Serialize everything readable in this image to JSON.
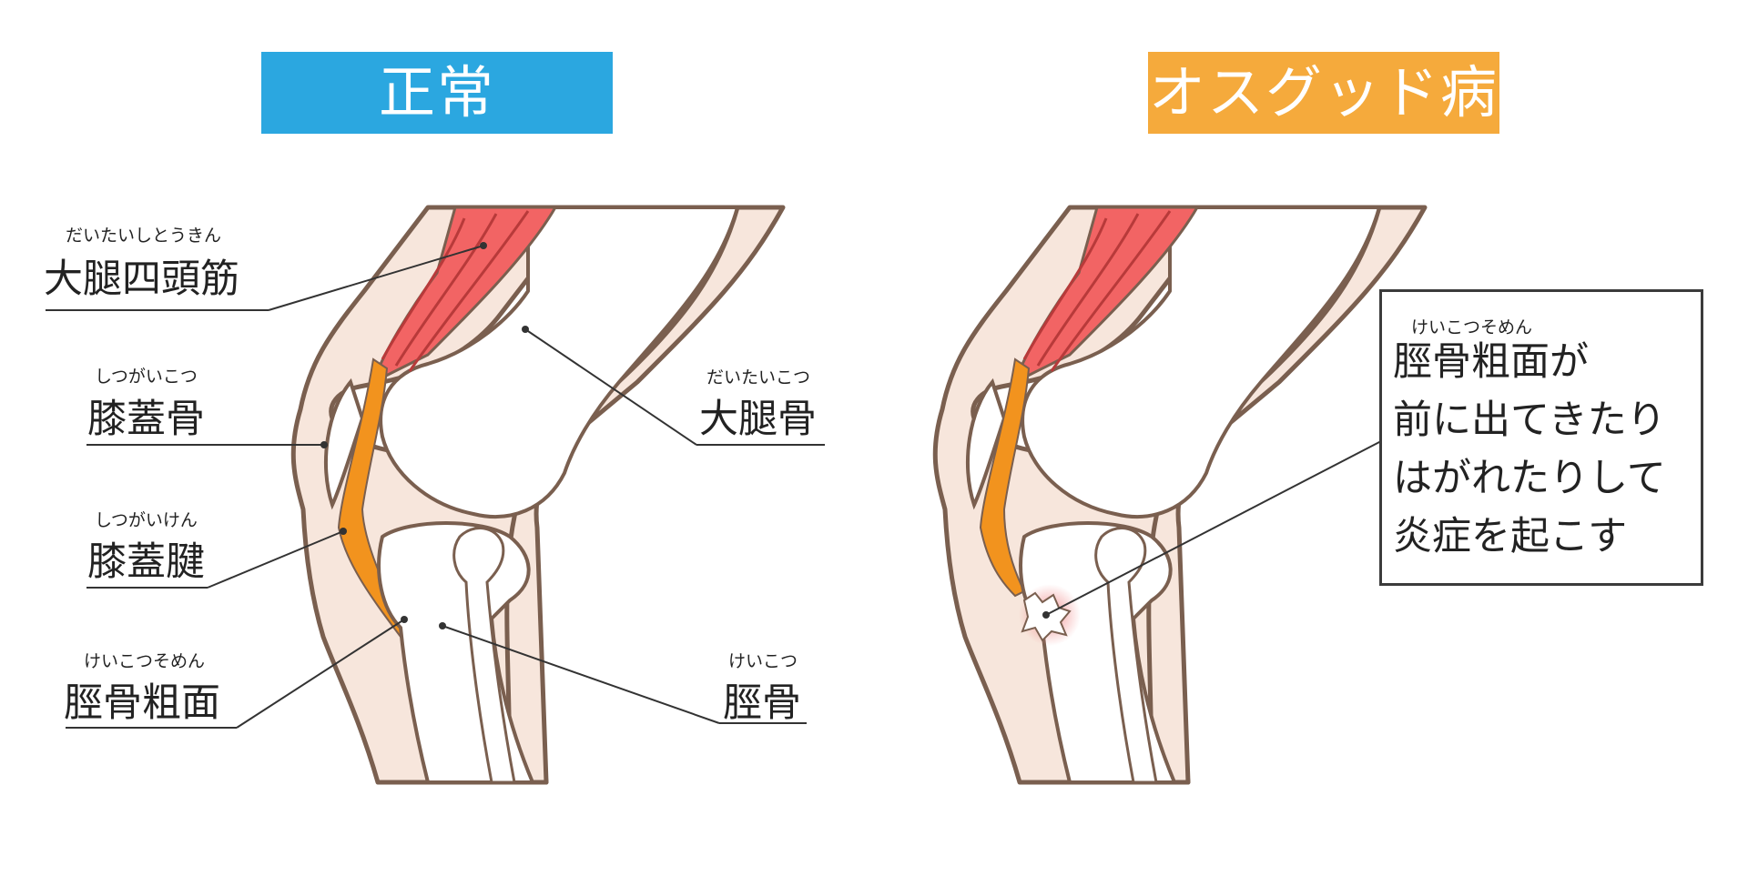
{
  "panels": {
    "normal": {
      "title": "正常"
    },
    "osgood": {
      "title": "オスグッド病"
    }
  },
  "labels": {
    "quadriceps": {
      "ruby": "だいたいしとうきん",
      "text": "大腿四頭筋"
    },
    "patella": {
      "ruby": "しつがいこつ",
      "text": "膝蓋骨"
    },
    "patellar_tendon": {
      "ruby": "しつがいけん",
      "text": "膝蓋腱"
    },
    "tibial_tuberosity": {
      "ruby": "けいこつそめん",
      "text": "脛骨粗面"
    },
    "femur": {
      "ruby": "だいたいこつ",
      "text": "大腿骨"
    },
    "tibia": {
      "ruby": "けいこつ",
      "text": "脛骨"
    }
  },
  "callout": {
    "ruby": "けいこつそめん",
    "lines": [
      "脛骨粗面が",
      "前に出てきたり",
      "はがれたりして",
      "炎症を起こす"
    ]
  },
  "colors": {
    "normal_tag": "#2ba7e0",
    "osgood_tag": "#f5aa3c",
    "skin": "#f7e6dc",
    "outline": "#7a5f4f",
    "muscle": "#f26464",
    "tendon": "#f2931e",
    "bone": "#ffffff",
    "inflammation": "#f08a8a"
  }
}
